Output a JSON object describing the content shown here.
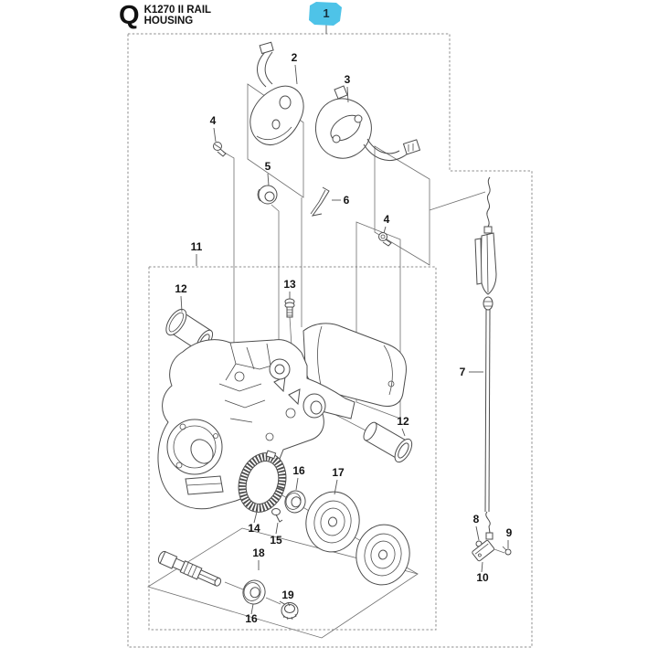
{
  "header": {
    "logo": "Q",
    "title_line1": "K1270 II RAIL",
    "title_line2": "HOUSING"
  },
  "badge": {
    "label": "1",
    "color": "#4ec3e8",
    "selected": true
  },
  "labels": [
    {
      "n": "2"
    },
    {
      "n": "3"
    },
    {
      "n": "4"
    },
    {
      "n": "5"
    },
    {
      "n": "6"
    },
    {
      "n": "4"
    },
    {
      "n": "7"
    },
    {
      "n": "8"
    },
    {
      "n": "9"
    },
    {
      "n": "10"
    },
    {
      "n": "11"
    },
    {
      "n": "12"
    },
    {
      "n": "13"
    },
    {
      "n": "12"
    },
    {
      "n": "14"
    },
    {
      "n": "15"
    },
    {
      "n": "16"
    },
    {
      "n": "17"
    },
    {
      "n": "18"
    },
    {
      "n": "16"
    },
    {
      "n": "19"
    }
  ]
}
